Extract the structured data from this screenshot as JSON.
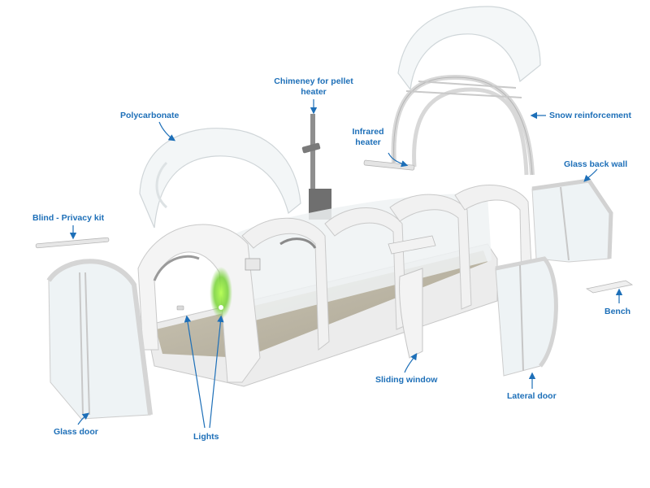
{
  "colors": {
    "label": "#1d6fb8",
    "frame": "#f2f2f2",
    "frame_edge": "#c4c4c4",
    "glass": "#e9eef0",
    "floor": "#bdb7a6",
    "base": "#e6e6e6",
    "light_glow": "#7fdc3a"
  },
  "labels": {
    "chimney_line1": "Chimeney for pellet",
    "chimney_line2": "heater",
    "polycarbonate": "Polycarbonate",
    "infrared_line1": "Infrared",
    "infrared_line2": "heater",
    "snow_reinforcement": "Snow reinforcement",
    "glass_back_wall": "Glass back wall",
    "blind_privacy_kit": "Blind - Privacy kit",
    "bench": "Bench",
    "sliding_window": "Sliding window",
    "lateral_door": "Lateral door",
    "glass_door": "Glass door",
    "lights": "Lights"
  }
}
